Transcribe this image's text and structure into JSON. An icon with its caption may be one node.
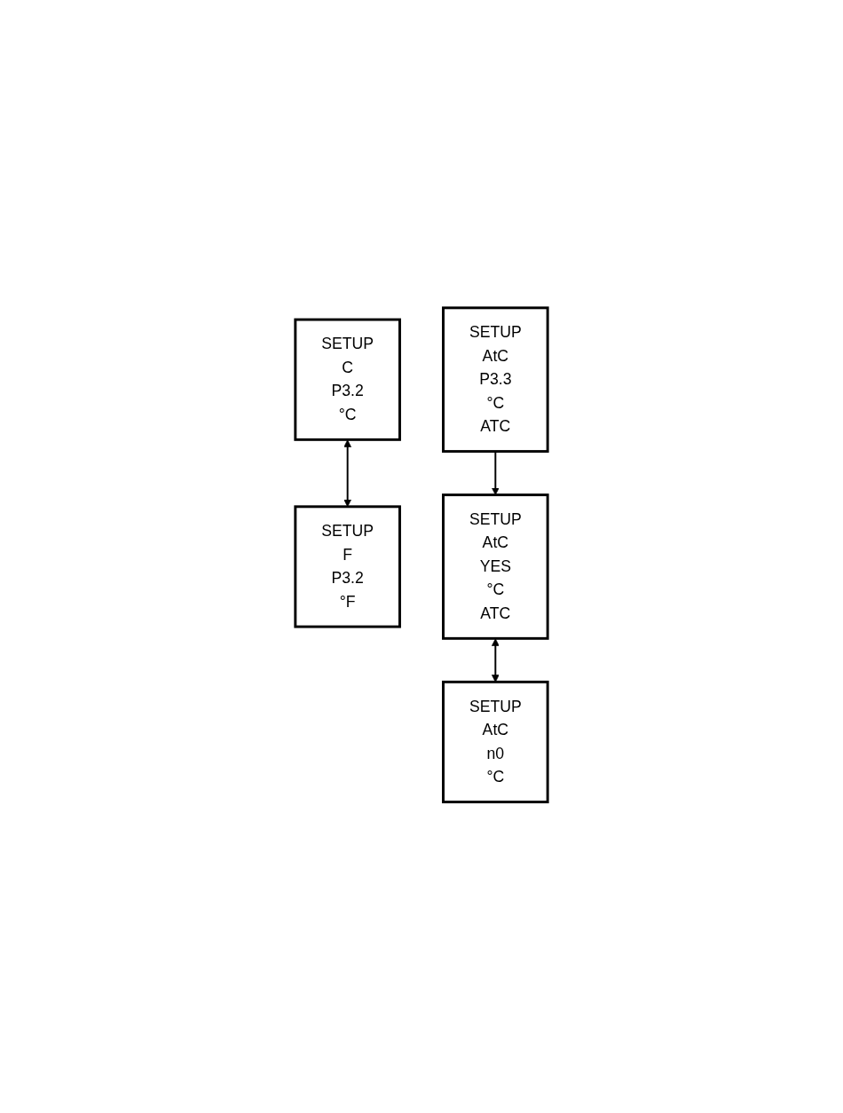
{
  "diagram": {
    "nodes": [
      {
        "text": [
          "SETUP",
          "C",
          "P3.2",
          "°C"
        ]
      },
      {
        "text": [
          "SETUP",
          "F",
          "P3.2",
          "°F"
        ]
      },
      {
        "text": [
          "SETUP",
          "AtC",
          "P3.3",
          "°C",
          "ATC"
        ]
      },
      {
        "text": [
          "SETUP",
          "AtC",
          "YES",
          "°C",
          "ATC"
        ]
      },
      {
        "text": [
          "SETUP",
          "AtC",
          "n0",
          "°C"
        ]
      }
    ],
    "edges": [
      {
        "from": 0,
        "to": 1,
        "arrow": "both"
      },
      {
        "from": 2,
        "to": 3,
        "arrow": "to"
      },
      {
        "from": 3,
        "to": 4,
        "arrow": "both"
      }
    ]
  }
}
